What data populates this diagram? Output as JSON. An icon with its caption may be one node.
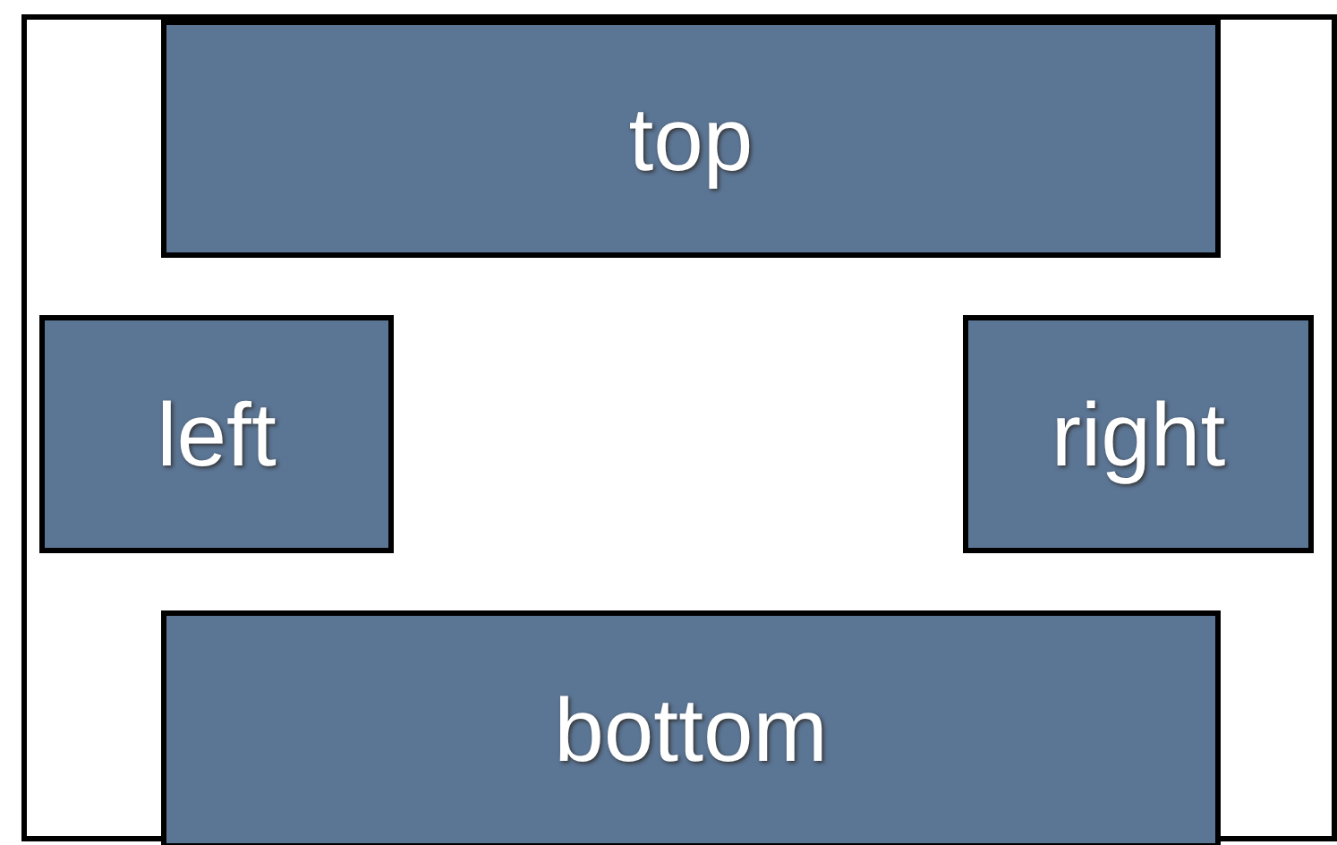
{
  "diagram": {
    "nodes": [
      {
        "text": [],
        "shape": "box"
      },
      {
        "text": [
          "top"
        ],
        "in": 0
      },
      {
        "text": [
          "left"
        ],
        "in": 0
      },
      {
        "text": [
          "right"
        ],
        "in": 0
      },
      {
        "text": [
          "bottom"
        ],
        "in": 0
      }
    ],
    "edges": []
  }
}
